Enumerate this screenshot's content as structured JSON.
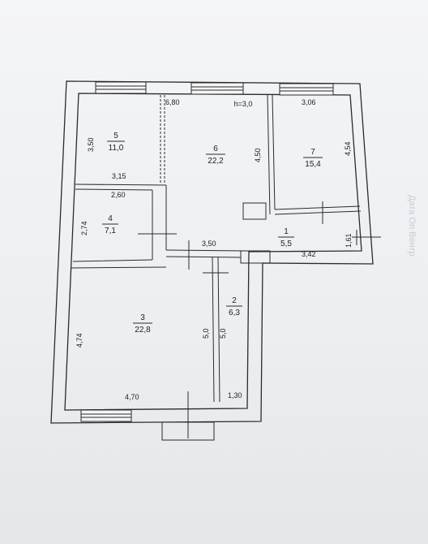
{
  "watermark": "Дата Оп Вентр",
  "ceiling_height": "h=3,0",
  "rooms": [
    {
      "id": "5",
      "area": "11,0"
    },
    {
      "id": "6",
      "area": "22,2"
    },
    {
      "id": "7",
      "area": "15,4"
    },
    {
      "id": "4",
      "area": "7,1"
    },
    {
      "id": "1",
      "area": "5,5"
    },
    {
      "id": "3",
      "area": "22,8"
    },
    {
      "id": "2",
      "area": "6,3"
    }
  ],
  "dimensions": {
    "d680": "6,80",
    "d306": "3,06",
    "d350": "3,50",
    "d450": "4,50",
    "d454": "4,54",
    "d315": "3,15",
    "d260": "2,60",
    "d274": "2,74",
    "d350b": "3,50",
    "d342": "3,42",
    "d161": "1,61",
    "d474": "4,74",
    "d50a": "5,0",
    "d50b": "5,0",
    "d470": "4,70",
    "d130": "1,30"
  }
}
